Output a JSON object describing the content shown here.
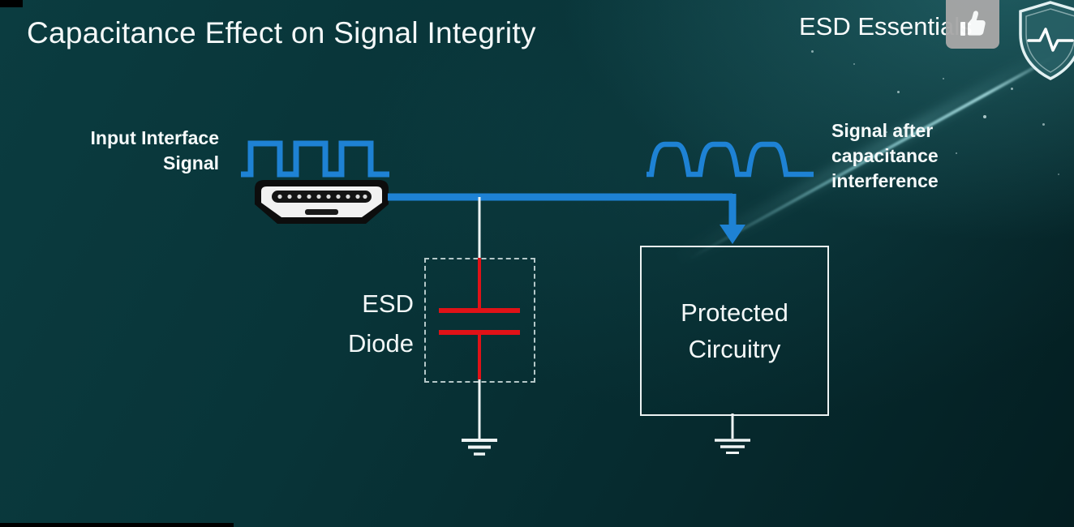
{
  "title": "Capacitance Effect on Signal Integrity",
  "brand": "ESD Essentials",
  "input_label": {
    "line1": "Input Interface",
    "line2": "Signal"
  },
  "output_label": {
    "line1": "Signal after",
    "line2": "capacitance",
    "line3": "interference"
  },
  "esd_label": {
    "line1": "ESD",
    "line2": "Diode"
  },
  "protected_box": {
    "line1": "Protected",
    "line2": "Circuitry"
  },
  "icons": {
    "thumbs_up": "thumbs-up-icon",
    "shield": "shield-pulse-icon",
    "hdmi": "hdmi-connector-icon"
  },
  "colors": {
    "signal_blue": "#1e82d4",
    "capacitor_red": "#e01217",
    "background_teal": "#083438",
    "text_white": "#f4f8f8",
    "icon_gray": "#a7a7a7"
  }
}
